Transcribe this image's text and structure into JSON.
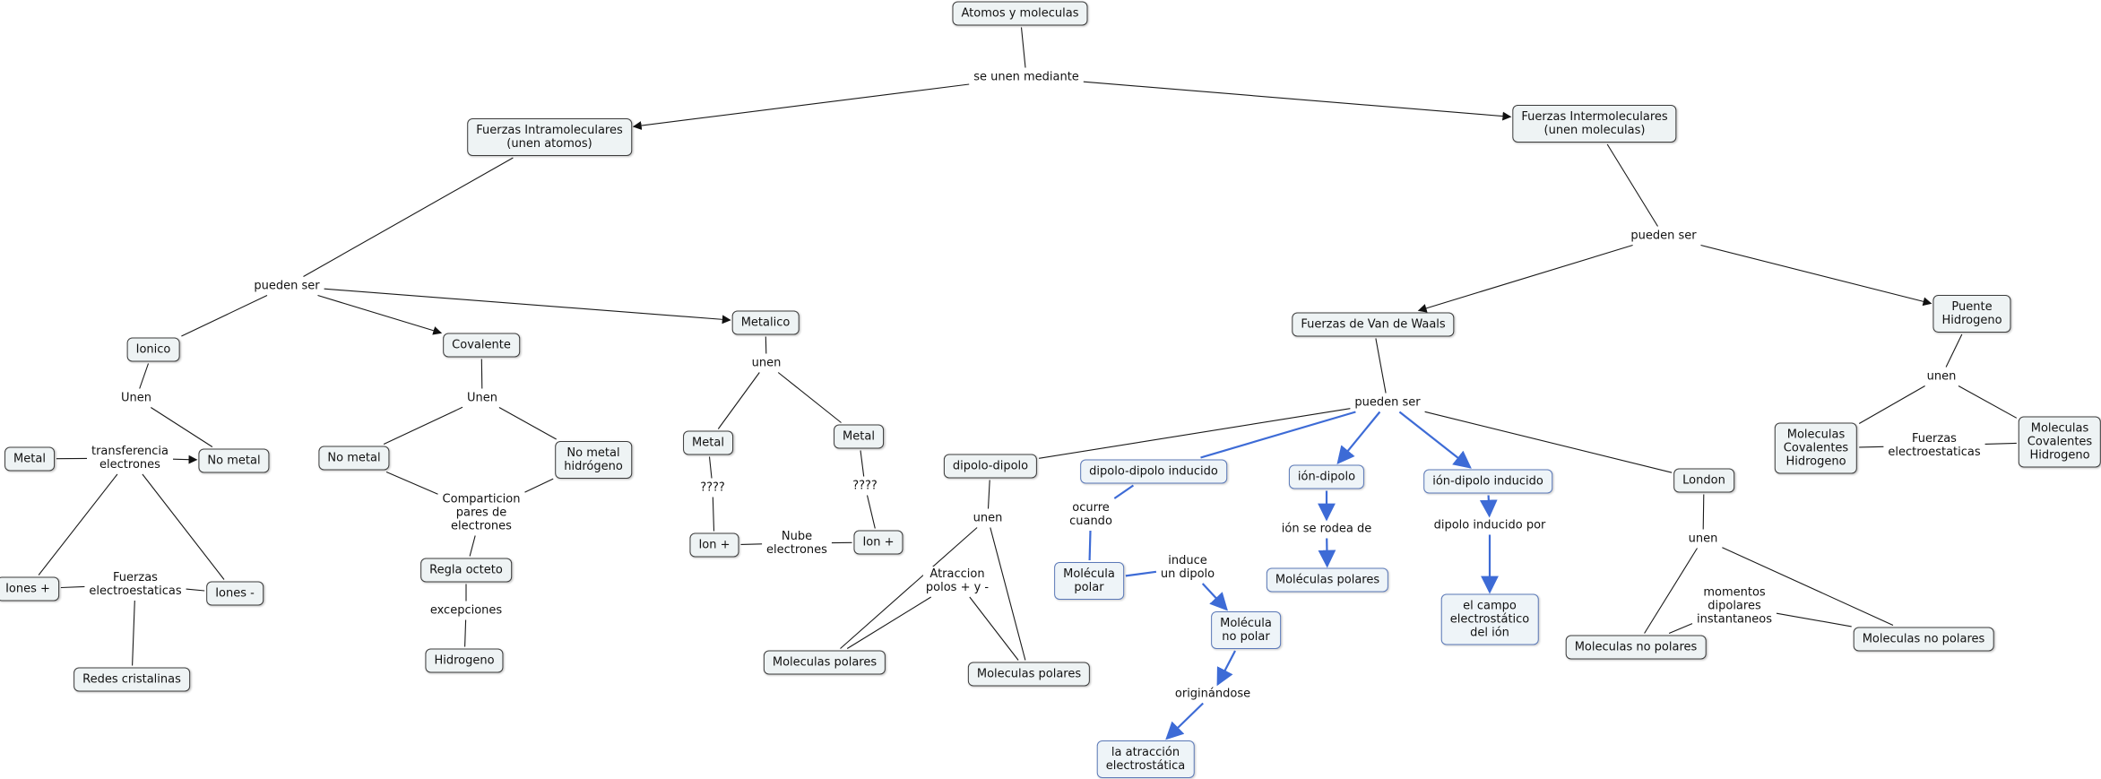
{
  "nodes": [
    {
      "id": "atomos",
      "type": "concept",
      "lines": [
        "Atomos y moleculas"
      ]
    },
    {
      "id": "se_unen",
      "type": "link",
      "lines": [
        "se unen mediante"
      ]
    },
    {
      "id": "intra",
      "type": "concept",
      "lines": [
        "Fuerzas Intramoleculares",
        "(unen atomos)"
      ]
    },
    {
      "id": "inter",
      "type": "concept",
      "lines": [
        "Fuerzas Intermoleculares",
        "(unen moleculas)"
      ]
    },
    {
      "id": "pueden1",
      "type": "link",
      "lines": [
        "pueden ser"
      ]
    },
    {
      "id": "ionico",
      "type": "concept",
      "lines": [
        "Ionico"
      ]
    },
    {
      "id": "covalente",
      "type": "concept",
      "lines": [
        "Covalente"
      ]
    },
    {
      "id": "metalico",
      "type": "concept",
      "lines": [
        "Metalico"
      ]
    },
    {
      "id": "unen_ion",
      "type": "link",
      "lines": [
        "Unen"
      ]
    },
    {
      "id": "metal1",
      "type": "concept",
      "lines": [
        "Metal"
      ]
    },
    {
      "id": "transfer",
      "type": "link",
      "lines": [
        "transferencia",
        "electrones"
      ]
    },
    {
      "id": "nometal1",
      "type": "concept",
      "lines": [
        "No metal"
      ]
    },
    {
      "id": "ionesp",
      "type": "concept",
      "lines": [
        "Iones +"
      ]
    },
    {
      "id": "fe1",
      "type": "link",
      "lines": [
        "Fuerzas",
        "electroestaticas"
      ]
    },
    {
      "id": "ionesm",
      "type": "concept",
      "lines": [
        "Iones -"
      ]
    },
    {
      "id": "redes",
      "type": "concept",
      "lines": [
        "Redes cristalinas"
      ]
    },
    {
      "id": "unen_cov",
      "type": "link",
      "lines": [
        "Unen"
      ]
    },
    {
      "id": "nometal2",
      "type": "concept",
      "lines": [
        "No metal"
      ]
    },
    {
      "id": "nometalh",
      "type": "concept",
      "lines": [
        "No metal",
        "hidrógeno"
      ]
    },
    {
      "id": "comparticion",
      "type": "link",
      "lines": [
        "Comparticion",
        "pares de",
        "electrones"
      ]
    },
    {
      "id": "regla",
      "type": "concept",
      "lines": [
        "Regla octeto"
      ]
    },
    {
      "id": "excep",
      "type": "link",
      "lines": [
        "excepciones"
      ]
    },
    {
      "id": "hidrogeno",
      "type": "concept",
      "lines": [
        "Hidrogeno"
      ]
    },
    {
      "id": "unen_met",
      "type": "link",
      "lines": [
        "unen"
      ]
    },
    {
      "id": "metal2",
      "type": "concept",
      "lines": [
        "Metal"
      ]
    },
    {
      "id": "metal3",
      "type": "concept",
      "lines": [
        "Metal"
      ]
    },
    {
      "id": "q1",
      "type": "link",
      "lines": [
        "????"
      ]
    },
    {
      "id": "q2",
      "type": "link",
      "lines": [
        "????"
      ]
    },
    {
      "id": "ionp1",
      "type": "concept",
      "lines": [
        "Ion +"
      ]
    },
    {
      "id": "nube",
      "type": "link",
      "lines": [
        "Nube",
        "electrones"
      ]
    },
    {
      "id": "ionp2",
      "type": "concept",
      "lines": [
        "Ion +"
      ]
    },
    {
      "id": "pueden2",
      "type": "link",
      "lines": [
        "pueden ser"
      ]
    },
    {
      "id": "vdw",
      "type": "concept",
      "lines": [
        "Fuerzas de Van de Waals"
      ]
    },
    {
      "id": "puente",
      "type": "concept",
      "lines": [
        "Puente",
        "Hidrogeno"
      ]
    },
    {
      "id": "unen_ph",
      "type": "link",
      "lines": [
        "unen"
      ]
    },
    {
      "id": "molcov1",
      "type": "concept",
      "lines": [
        "Moleculas",
        "Covalentes",
        "Hidrogeno"
      ]
    },
    {
      "id": "fe2",
      "type": "link",
      "lines": [
        "Fuerzas",
        "electroestaticas"
      ]
    },
    {
      "id": "molcov2",
      "type": "concept",
      "lines": [
        "Moleculas",
        "Covalentes",
        "Hidrogeno"
      ]
    },
    {
      "id": "pueden3",
      "type": "link",
      "lines": [
        "pueden ser"
      ]
    },
    {
      "id": "dd",
      "type": "concept",
      "lines": [
        "dipolo-dipolo"
      ]
    },
    {
      "id": "ddi",
      "type": "blue",
      "lines": [
        "dipolo-dipolo inducido"
      ]
    },
    {
      "id": "iond",
      "type": "blue",
      "lines": [
        "ión-dipolo"
      ]
    },
    {
      "id": "iondi",
      "type": "blue",
      "lines": [
        "ión-dipolo inducido"
      ]
    },
    {
      "id": "london",
      "type": "concept",
      "lines": [
        "London"
      ]
    },
    {
      "id": "unen_dd",
      "type": "link",
      "lines": [
        "unen"
      ]
    },
    {
      "id": "atraccion",
      "type": "link",
      "lines": [
        "Atraccion",
        "polos + y -"
      ]
    },
    {
      "id": "molpol1",
      "type": "concept",
      "lines": [
        "Moleculas polares"
      ]
    },
    {
      "id": "molpol2",
      "type": "concept",
      "lines": [
        "Moleculas polares"
      ]
    },
    {
      "id": "ocurre",
      "type": "link",
      "lines": [
        "ocurre",
        "cuando"
      ]
    },
    {
      "id": "molpolar",
      "type": "blue",
      "lines": [
        "Molécula",
        "polar"
      ]
    },
    {
      "id": "induce",
      "type": "link",
      "lines": [
        "induce",
        "un dipolo"
      ]
    },
    {
      "id": "molnopolar",
      "type": "blue",
      "lines": [
        "Molécula",
        "no polar"
      ]
    },
    {
      "id": "originandose",
      "type": "link",
      "lines": [
        "originándose"
      ]
    },
    {
      "id": "atraccion_e",
      "type": "blue",
      "lines": [
        "la atracción",
        "electrostática"
      ]
    },
    {
      "id": "ionrodea",
      "type": "link",
      "lines": [
        "ión se rodea de"
      ]
    },
    {
      "id": "molpol3",
      "type": "blue",
      "lines": [
        "Moléculas polares"
      ]
    },
    {
      "id": "dipind",
      "type": "link",
      "lines": [
        "dipolo inducido por"
      ]
    },
    {
      "id": "campo",
      "type": "blue",
      "lines": [
        "el campo",
        "electrostático",
        "del ión"
      ]
    },
    {
      "id": "unen_lon",
      "type": "link",
      "lines": [
        "unen"
      ]
    },
    {
      "id": "momentos",
      "type": "link",
      "lines": [
        "momentos",
        "dipolares",
        "instantaneos"
      ]
    },
    {
      "id": "molnp1",
      "type": "concept",
      "lines": [
        "Moleculas no polares"
      ]
    },
    {
      "id": "molnp2",
      "type": "concept",
      "lines": [
        "Moleculas no polares"
      ]
    }
  ],
  "edges": [
    {
      "from": "atomos",
      "to": "se_unen",
      "style": "plain"
    },
    {
      "from": "se_unen",
      "to": "intra",
      "style": "arrow"
    },
    {
      "from": "se_unen",
      "to": "inter",
      "style": "arrow"
    },
    {
      "from": "intra",
      "to": "pueden1",
      "style": "plain"
    },
    {
      "from": "pueden1",
      "to": "ionico",
      "style": "plain"
    },
    {
      "from": "pueden1",
      "to": "covalente",
      "style": "arrow"
    },
    {
      "from": "pueden1",
      "to": "metalico",
      "style": "arrow"
    },
    {
      "from": "ionico",
      "to": "unen_ion",
      "style": "plain"
    },
    {
      "from": "unen_ion",
      "to": "nometal1",
      "style": "plain"
    },
    {
      "from": "metal1",
      "to": "transfer",
      "style": "plain"
    },
    {
      "from": "transfer",
      "to": "nometal1",
      "style": "arrow"
    },
    {
      "from": "transfer",
      "to": "ionesp",
      "style": "plain"
    },
    {
      "from": "transfer",
      "to": "ionesm",
      "style": "plain"
    },
    {
      "from": "ionesp",
      "to": "fe1",
      "style": "plain"
    },
    {
      "from": "fe1",
      "to": "ionesm",
      "style": "plain"
    },
    {
      "from": "fe1",
      "to": "redes",
      "style": "plain"
    },
    {
      "from": "covalente",
      "to": "unen_cov",
      "style": "plain"
    },
    {
      "from": "unen_cov",
      "to": "nometal2",
      "style": "plain"
    },
    {
      "from": "unen_cov",
      "to": "nometalh",
      "style": "plain"
    },
    {
      "from": "nometal2",
      "to": "comparticion",
      "style": "plain"
    },
    {
      "from": "nometalh",
      "to": "comparticion",
      "style": "plain"
    },
    {
      "from": "comparticion",
      "to": "regla",
      "style": "plain"
    },
    {
      "from": "regla",
      "to": "excep",
      "style": "plain"
    },
    {
      "from": "excep",
      "to": "hidrogeno",
      "style": "plain"
    },
    {
      "from": "metalico",
      "to": "unen_met",
      "style": "plain"
    },
    {
      "from": "unen_met",
      "to": "metal2",
      "style": "plain"
    },
    {
      "from": "unen_met",
      "to": "metal3",
      "style": "plain"
    },
    {
      "from": "metal2",
      "to": "q1",
      "style": "plain"
    },
    {
      "from": "q1",
      "to": "ionp1",
      "style": "plain"
    },
    {
      "from": "metal3",
      "to": "q2",
      "style": "plain"
    },
    {
      "from": "q2",
      "to": "ionp2",
      "style": "plain"
    },
    {
      "from": "ionp1",
      "to": "nube",
      "style": "plain"
    },
    {
      "from": "nube",
      "to": "ionp2",
      "style": "plain"
    },
    {
      "from": "inter",
      "to": "pueden2",
      "style": "plain"
    },
    {
      "from": "pueden2",
      "to": "vdw",
      "style": "arrow"
    },
    {
      "from": "pueden2",
      "to": "puente",
      "style": "arrow"
    },
    {
      "from": "puente",
      "to": "unen_ph",
      "style": "plain"
    },
    {
      "from": "unen_ph",
      "to": "molcov1",
      "style": "plain"
    },
    {
      "from": "unen_ph",
      "to": "molcov2",
      "style": "plain"
    },
    {
      "from": "molcov1",
      "to": "fe2",
      "style": "plain"
    },
    {
      "from": "fe2",
      "to": "molcov2",
      "style": "plain"
    },
    {
      "from": "vdw",
      "to": "pueden3",
      "style": "plain"
    },
    {
      "from": "pueden3",
      "to": "dd",
      "style": "plain"
    },
    {
      "from": "pueden3",
      "to": "ddi",
      "style": "blue"
    },
    {
      "from": "pueden3",
      "to": "iond",
      "style": "bluearrow"
    },
    {
      "from": "pueden3",
      "to": "iondi",
      "style": "bluearrow"
    },
    {
      "from": "pueden3",
      "to": "london",
      "style": "plain"
    },
    {
      "from": "dd",
      "to": "unen_dd",
      "style": "plain"
    },
    {
      "from": "unen_dd",
      "to": "molpol1",
      "style": "plain"
    },
    {
      "from": "unen_dd",
      "to": "molpol2",
      "style": "plain"
    },
    {
      "from": "molpol1",
      "to": "atraccion",
      "style": "plain"
    },
    {
      "from": "atraccion",
      "to": "molpol2",
      "style": "plain"
    },
    {
      "from": "ddi",
      "to": "ocurre",
      "style": "blue"
    },
    {
      "from": "ocurre",
      "to": "molpolar",
      "style": "blue"
    },
    {
      "from": "molpolar",
      "to": "induce",
      "style": "blue"
    },
    {
      "from": "induce",
      "to": "molnopolar",
      "style": "bluearrow"
    },
    {
      "from": "molnopolar",
      "to": "originandose",
      "style": "bluearrow"
    },
    {
      "from": "originandose",
      "to": "atraccion_e",
      "style": "bluearrow"
    },
    {
      "from": "iond",
      "to": "ionrodea",
      "style": "bluearrow"
    },
    {
      "from": "ionrodea",
      "to": "molpol3",
      "style": "bluearrow"
    },
    {
      "from": "iondi",
      "to": "dipind",
      "style": "bluearrow"
    },
    {
      "from": "dipind",
      "to": "campo",
      "style": "bluearrow"
    },
    {
      "from": "london",
      "to": "unen_lon",
      "style": "plain"
    },
    {
      "from": "unen_lon",
      "to": "molnp1",
      "style": "plain"
    },
    {
      "from": "unen_lon",
      "to": "molnp2",
      "style": "plain"
    },
    {
      "from": "molnp1",
      "to": "momentos",
      "style": "plain"
    },
    {
      "from": "momentos",
      "to": "molnp2",
      "style": "plain"
    }
  ],
  "colors": {
    "line": "#1a1a1a",
    "blue_line": "#3d6bd6",
    "concept_border": "#3c3c3c",
    "blue_border": "#5b79b8"
  }
}
